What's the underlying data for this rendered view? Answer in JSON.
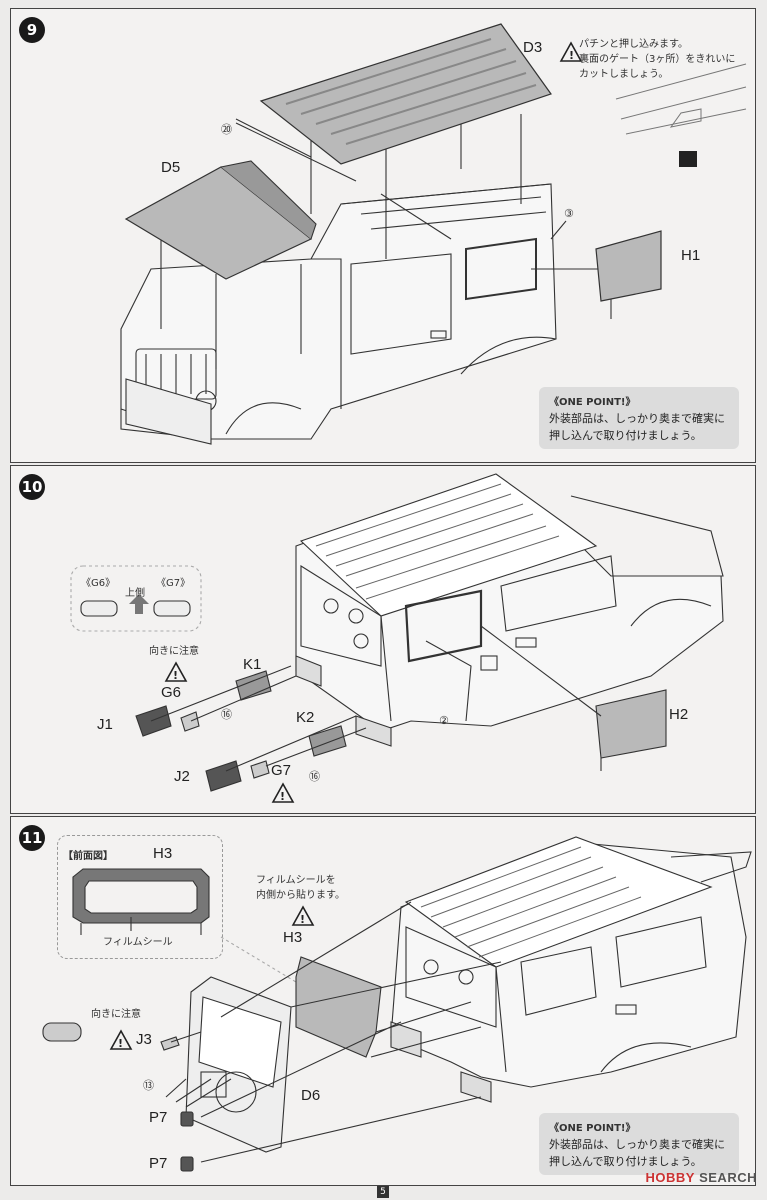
{
  "steps": [
    {
      "number": "9"
    },
    {
      "number": "10"
    },
    {
      "number": "11"
    }
  ],
  "step9": {
    "parts": {
      "d3": "D3",
      "d5": "D5",
      "h1": "H1"
    },
    "circled": {
      "c20": "⑳",
      "c3": "③"
    },
    "note_d3": [
      "パチンと押し込みます。",
      "裏面のゲート（3ヶ所）をきれいに",
      "カットしましょう。"
    ],
    "onepoint_title": "《ONE POINT!》",
    "onepoint_lines": [
      "外装部品は、しっかり奥まで確実に",
      "押し込んで取り付けましょう。"
    ]
  },
  "step10": {
    "g6_label": "《G6》",
    "g7_label": "《G7》",
    "upper_side": "上側",
    "orientation_note": "向きに注意",
    "parts": {
      "k1": "K1",
      "g6": "G6",
      "j1": "J1",
      "k2": "K2",
      "j2": "J2",
      "g7": "G7",
      "h2": "H2"
    },
    "circled": {
      "c16a": "⑯",
      "c16b": "⑯",
      "c2": "②"
    }
  },
  "step11": {
    "front_view": "【前面図】",
    "h3_label_top": "H3",
    "film_seal": "フィルムシール",
    "film_note": [
      "フィルムシールを",
      "内側から貼ります。"
    ],
    "h3_label": "H3",
    "orientation_note": "向きに注意",
    "parts": {
      "j3": "J3",
      "d6": "D6",
      "p7a": "P7",
      "p7b": "P7"
    },
    "circled": {
      "c13": "⑬"
    },
    "onepoint_title": "《ONE POINT!》",
    "onepoint_lines": [
      "外装部品は、しっかり奥まで確実に",
      "押し込んで取り付けましょう。"
    ]
  },
  "footer": {
    "page": "5",
    "watermark_a": "HOBBY",
    "watermark_b": "SEARCH"
  },
  "colors": {
    "line": "#333333",
    "part_fill": "#b9b9b9",
    "panel_bg": "#f3f2f1",
    "onepoint_bg": "#dcdcdc"
  }
}
